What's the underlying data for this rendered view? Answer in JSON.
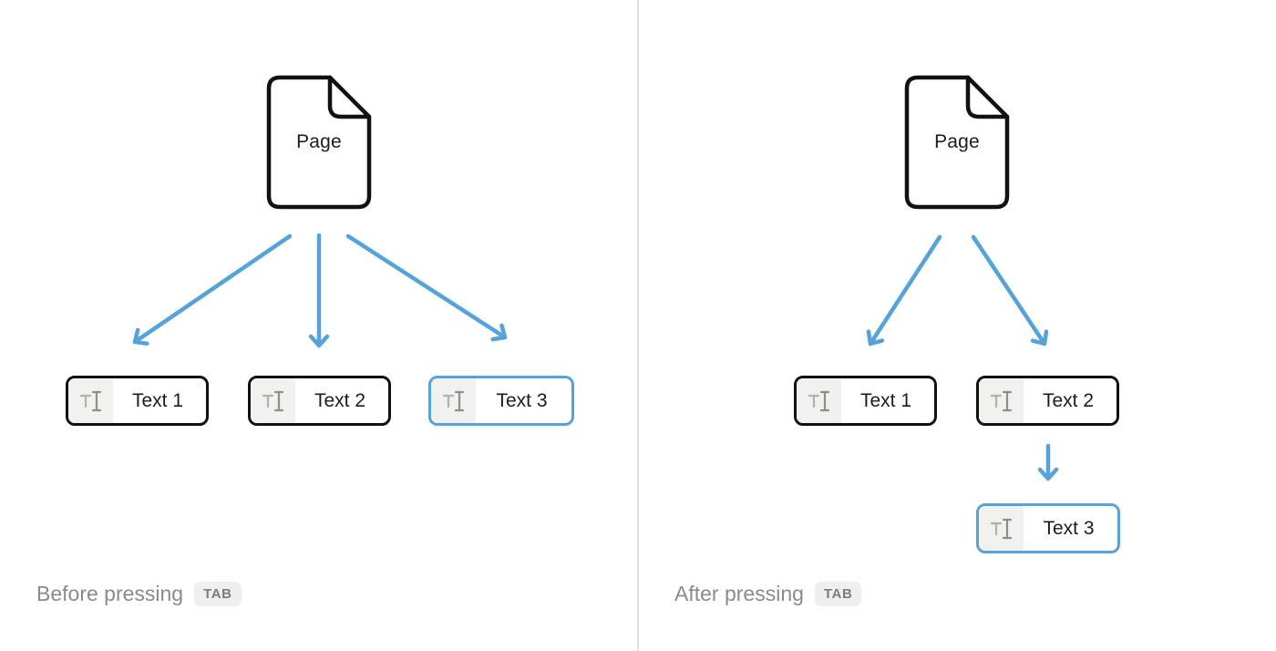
{
  "colors": {
    "accent": "#54A3DB",
    "block_border": "#111111",
    "chip_bg": "#F1F1EF",
    "icon_gray": "#9B9B9B",
    "caption_text": "#8A8A8A",
    "key_bg": "#EFEFEE",
    "key_text": "#7C7C7C",
    "divider": "#E1E1E1",
    "background": "#FFFFFF"
  },
  "panels": [
    {
      "name": "before",
      "page_label": "Page",
      "blocks": [
        {
          "label": "Text 1",
          "highlighted": false
        },
        {
          "label": "Text 2",
          "highlighted": false
        },
        {
          "label": "Text 3",
          "highlighted": true
        }
      ],
      "caption": "Before pressing",
      "key_label": "TAB"
    },
    {
      "name": "after",
      "page_label": "Page",
      "blocks": [
        {
          "label": "Text 1",
          "highlighted": false
        },
        {
          "label": "Text 2",
          "highlighted": false
        },
        {
          "label": "Text 3",
          "highlighted": true
        }
      ],
      "caption": "After pressing",
      "key_label": "TAB"
    }
  ]
}
